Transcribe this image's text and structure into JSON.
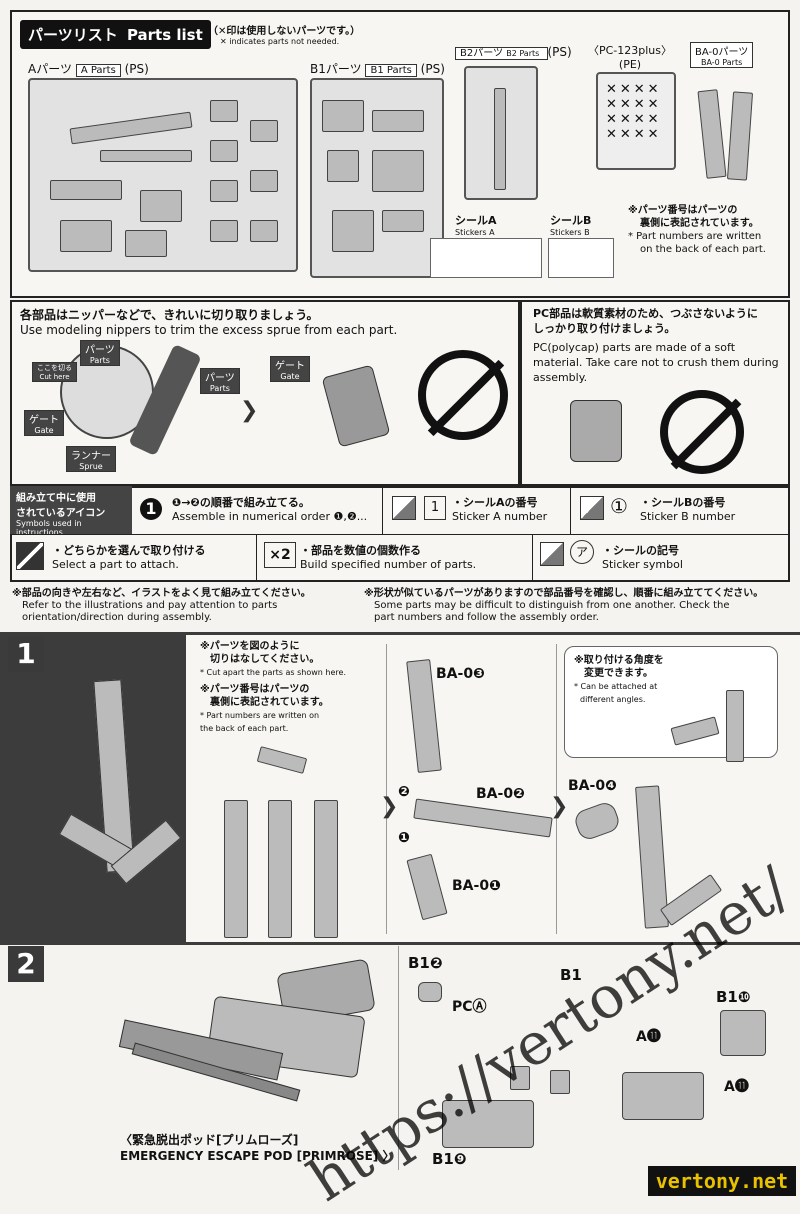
{
  "parts_list": {
    "title_jp": "パーツリスト",
    "title_en": "Parts list",
    "note_jp": "（✕印は使用しないパーツです。）",
    "note_en": "✕ indicates parts not needed.",
    "a_parts_label": "Aパーツ",
    "a_parts_en": "A Parts",
    "a_ps": "(PS)",
    "b1_parts_label": "B1パーツ",
    "b1_parts_en": "B1 Parts",
    "b1_ps": "(PS)",
    "b2_parts_label": "B2パーツ",
    "b2_parts_en": "B2 Parts",
    "b2_ps": "(PS)",
    "pc_label": "〈PC-123plus〉",
    "pc_pe": "(PE)",
    "ba_label": "BA-0パーツ",
    "ba_en": "BA-0 Parts",
    "sticker_a_jp": "シールA",
    "sticker_a_en": "Stickers A",
    "sticker_b_jp": "シールB",
    "sticker_b_en": "Stickers B",
    "part_number_note_jp1": "※パーツ番号はパーツの",
    "part_number_note_jp2": "裏側に表記されています。",
    "part_number_note_en1": "* Part numbers are written",
    "part_number_note_en2": "on the back of each part."
  },
  "nipper": {
    "jp": "各部品はニッパーなどで、きれいに切り取りましょう。",
    "en": "Use modeling nippers to trim the excess sprue from each part.",
    "parts_jp": "パーツ",
    "parts_en": "Parts",
    "cut_here_jp": "ここを切る",
    "cut_here_en": "Cut here",
    "gate_jp": "ゲート",
    "gate_en": "Gate",
    "runner_jp": "ランナー",
    "runner_en": "Sprue",
    "parts2_jp": "パーツ",
    "parts2_en": "Parts",
    "gate2_jp": "ゲート",
    "gate2_en": "Gate"
  },
  "pc_note": {
    "jp1": "PC部品は軟質素材のため、つぶさないように",
    "jp2": "しっかり取り付けましょう。",
    "en": "PC(polycap) parts are made of a soft material. Take care not to crush them during assembly."
  },
  "symbols": {
    "header_jp1": "組み立て中に使用",
    "header_jp2": "されているアイコン",
    "header_en": "Symbols used in instructions",
    "order_jp": "❶→❷の順番で組み立てる。",
    "order_en": "Assemble in numerical order ❶,❷...",
    "sticker_a_jp": "・シールAの番号",
    "sticker_a_en": "Sticker A number",
    "sticker_b_jp": "・シールBの番号",
    "sticker_b_en": "Sticker B number",
    "select_jp": "・どちらかを選んで取り付ける",
    "select_en": "Select a part to attach.",
    "build_jp": "・部品を数値の個数作る",
    "build_en": "Build specified number of parts.",
    "symbol_jp": "・シールの記号",
    "symbol_en": "Sticker symbol",
    "x2": "×2",
    "order_icon": "1",
    "sticker_a_icon": "1",
    "sticker_b_icon": "①",
    "symbol_icon": "ア"
  },
  "caution": {
    "left_jp": "※部品の向きや左右など、イラストをよく見て組み立てください。",
    "left_en1": "Refer to the illustrations and pay attention to parts",
    "left_en2": "orientation/direction during assembly.",
    "right_jp": "※形状が似ているパーツがありますので部品番号を確認し、順番に組み立ててください。",
    "right_en1": "Some parts may be difficult to distinguish from one another. Check the",
    "right_en2": "part numbers and follow the assembly order."
  },
  "step1": {
    "num": "1",
    "note1_jp1": "※パーツを図のように",
    "note1_jp2": "切りはなしてください。",
    "note1_en": "* Cut apart the parts as shown here.",
    "note2_jp1": "※パーツ番号はパーツの",
    "note2_jp2": "裏側に表記されています。",
    "note2_en1": "* Part numbers are written on",
    "note2_en2": "the back of each part.",
    "ba03": "BA-0❸",
    "ba02": "BA-0❷",
    "ba01": "BA-0❶",
    "ba04": "BA-0❹",
    "angle_jp1": "※取り付ける角度を",
    "angle_jp2": "変更できます。",
    "angle_en1": "* Can be attached at",
    "angle_en2": "different angles.",
    "step_a": "❷",
    "step_b": "❶"
  },
  "step2": {
    "num": "2",
    "b12": "B1❷",
    "pca": "PCⒶ",
    "b1": "B1",
    "b110": "B1❿",
    "a11a": "A⓫",
    "a11b": "A⓫",
    "b19": "B1❾",
    "pod_jp": "〈緊急脱出ポッド[プリムローズ]",
    "pod_en": "EMERGENCY ESCAPE POD [PRIMROSE] 〉"
  },
  "watermark": {
    "url": "https://vertony.net/",
    "corner": "vertony.net"
  }
}
